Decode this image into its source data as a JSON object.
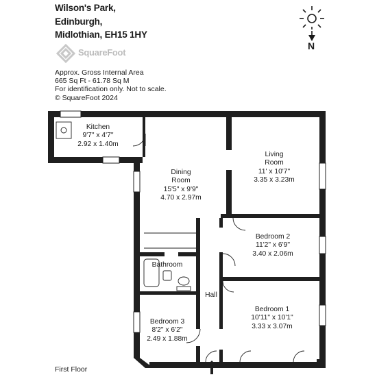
{
  "address": {
    "line1": "Wilson's Park,",
    "line2": "Edinburgh,",
    "line3": "Midlothian, EH15 1HY"
  },
  "logo": {
    "text": "SquareFoot"
  },
  "info": {
    "line1": "Approx. Gross Internal Area",
    "line2": "665 Sq Ft  -  61.78 Sq M",
    "line3": "For identification only. Not to scale.",
    "line4": "© SquareFoot 2024"
  },
  "compass": {
    "label": "N",
    "icon": "compass-sun-arrow-icon"
  },
  "rooms": {
    "kitchen": {
      "name": "Kitchen",
      "imperial": "9'7\" x 4'7\"",
      "metric": "2.92 x 1.40m"
    },
    "dining": {
      "name1": "Dining",
      "name2": "Room",
      "imperial": "15'5\" x 9'9\"",
      "metric": "4.70 x 2.97m"
    },
    "living": {
      "name1": "Living",
      "name2": "Room",
      "imperial": "11' x 10'7\"",
      "metric": "3.35 x 3.23m"
    },
    "bedroom2": {
      "name": "Bedroom 2",
      "imperial": "11'2\" x 6'9\"",
      "metric": "3.40 x 2.06m"
    },
    "bathroom": {
      "name": "Bathroom"
    },
    "hall": {
      "name": "Hall"
    },
    "bedroom1": {
      "name": "Bedroom 1",
      "imperial": "10'11\" x 10'1\"",
      "metric": "3.33 x 3.07m"
    },
    "bedroom3": {
      "name": "Bedroom 3",
      "imperial": "8'2\" x 6'2\"",
      "metric": "2.49 x 1.88m"
    }
  },
  "floor": {
    "label": "First Floor"
  },
  "colors": {
    "wall": "#1f1f1f",
    "text": "#1a1a1a",
    "logo": "#bdbdbd"
  }
}
